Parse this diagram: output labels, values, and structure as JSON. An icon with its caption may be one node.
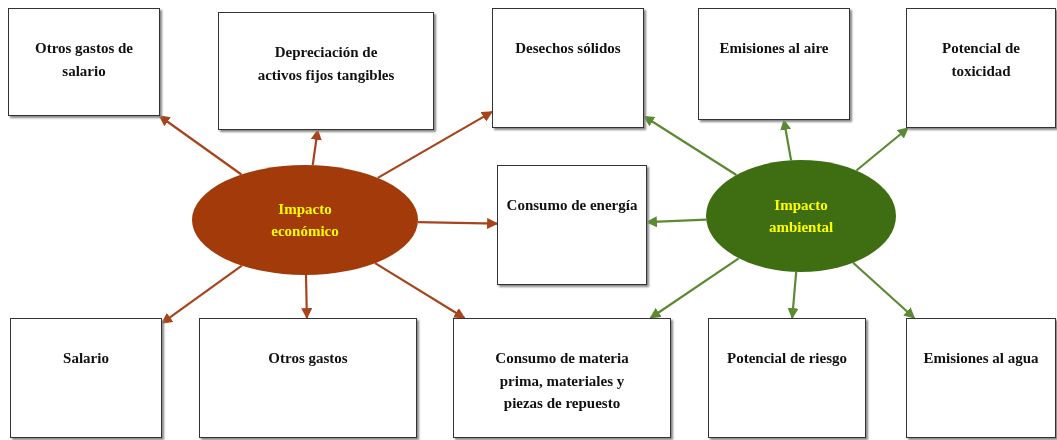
{
  "diagram": {
    "nodes": [
      {
        "text": [
          "Otros gastos de salario"
        ]
      },
      {
        "text": [
          "Depreciación de activos fijos tangibles"
        ]
      },
      {
        "text": [
          "Desechos sólidos"
        ]
      },
      {
        "text": [
          "Emisiones al aire"
        ]
      },
      {
        "text": [
          "Potencial de toxicidad"
        ]
      },
      {
        "text": [
          "Impacto económico"
        ]
      },
      {
        "text": [
          "Consumo de energía"
        ]
      },
      {
        "text": [
          "Impacto ambiental"
        ]
      },
      {
        "text": [
          "Salario"
        ]
      },
      {
        "text": [
          "Otros gastos"
        ]
      },
      {
        "text": [
          "Consumo de materia prima, materiales y piezas de repuesto"
        ]
      },
      {
        "text": [
          "Potencial de riesgo"
        ]
      },
      {
        "text": [
          "Emisiones al agua"
        ]
      }
    ],
    "edges": [
      {
        "from": 5,
        "to": 0,
        "arrow": "to",
        "color": "#a8441c"
      },
      {
        "from": 5,
        "to": 1,
        "arrow": "to",
        "color": "#a8441c"
      },
      {
        "from": 5,
        "to": 2,
        "arrow": "to",
        "color": "#a8441c"
      },
      {
        "from": 5,
        "to": 6,
        "arrow": "to",
        "color": "#a8441c"
      },
      {
        "from": 5,
        "to": 8,
        "arrow": "to",
        "color": "#a8441c"
      },
      {
        "from": 5,
        "to": 9,
        "arrow": "to",
        "color": "#a8441c"
      },
      {
        "from": 5,
        "to": 10,
        "arrow": "to",
        "color": "#a8441c"
      },
      {
        "from": 7,
        "to": 2,
        "arrow": "to",
        "color": "#5b8a32"
      },
      {
        "from": 7,
        "to": 3,
        "arrow": "to",
        "color": "#5b8a32"
      },
      {
        "from": 7,
        "to": 4,
        "arrow": "to",
        "color": "#5b8a32"
      },
      {
        "from": 7,
        "to": 6,
        "arrow": "to",
        "color": "#5b8a32"
      },
      {
        "from": 7,
        "to": 10,
        "arrow": "to",
        "color": "#5b8a32"
      },
      {
        "from": 7,
        "to": 11,
        "arrow": "to",
        "color": "#5b8a32"
      },
      {
        "from": 7,
        "to": 12,
        "arrow": "to",
        "color": "#5b8a32"
      }
    ]
  }
}
